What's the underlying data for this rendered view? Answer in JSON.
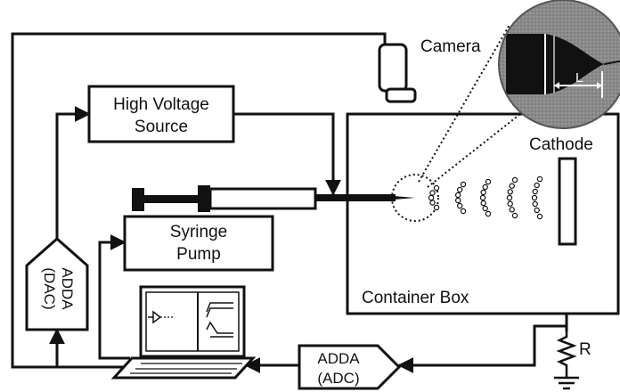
{
  "labels": {
    "camera": "Camera",
    "hv_line1": "High Voltage",
    "hv_line2": "Source",
    "syringe_line1": "Syringe",
    "syringe_line2": "Pump",
    "cathode": "Cathode",
    "container": "Container Box",
    "dac_line1": "ADDA",
    "dac_line2": "(DAC)",
    "adc_line1": "ADDA",
    "adc_line2": "(ADC)",
    "resistor": "R",
    "length": "L"
  }
}
